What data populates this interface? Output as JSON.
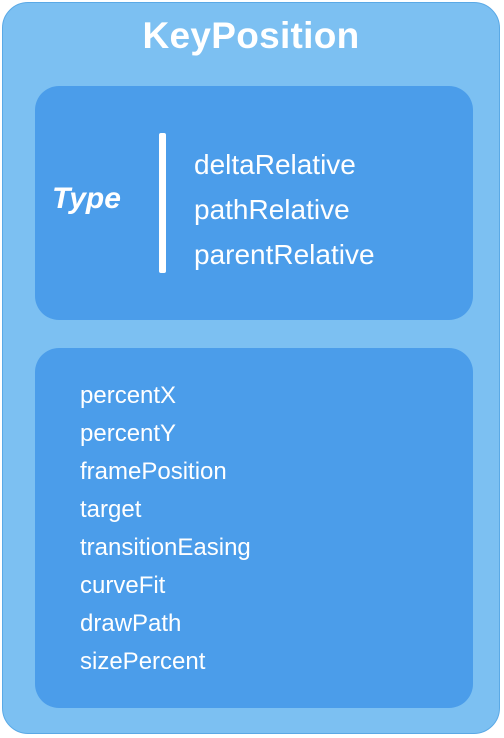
{
  "title": "KeyPosition",
  "type_section": {
    "label": "Type",
    "values": [
      "deltaRelative",
      "pathRelative",
      "parentRelative"
    ]
  },
  "properties": [
    "percentX",
    "percentY",
    "framePosition",
    "target",
    "transitionEasing",
    "curveFit",
    "drawPath",
    "sizePercent"
  ],
  "colors": {
    "outer_box": "#7cc0f2",
    "inner_panel": "#4b9dea",
    "text": "#ffffff"
  }
}
